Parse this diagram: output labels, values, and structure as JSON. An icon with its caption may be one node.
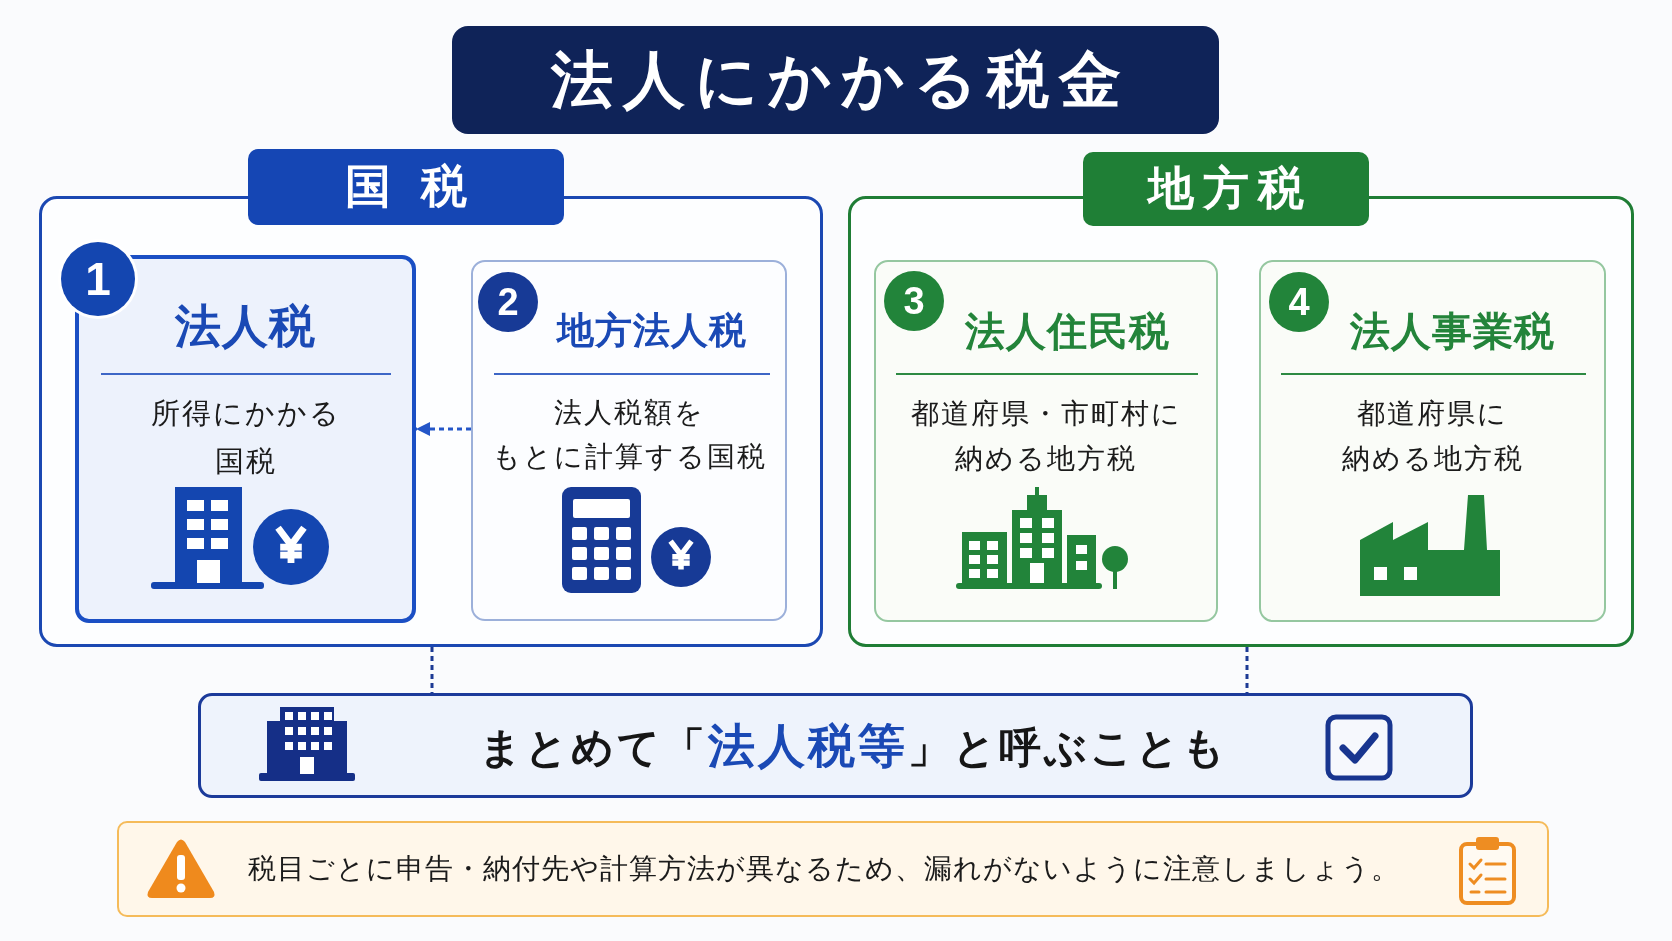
{
  "diagram": {
    "title": "法人にかかる税金",
    "nodes": [
      {
        "text": [
          "国税"
        ]
      },
      {
        "text": [
          "法人税",
          "所得にかかる国税"
        ],
        "in": 0
      },
      {
        "text": [
          "1"
        ],
        "in": 0
      },
      {
        "text": [
          "地方法人税",
          "法人税額をもとに計算する国税"
        ],
        "in": 0
      },
      {
        "text": [
          "2"
        ],
        "in": 3
      },
      {
        "text": [
          "地方税"
        ]
      },
      {
        "text": [
          "法人住民税",
          "都道府県・市町村に納める地方税"
        ],
        "in": 5
      },
      {
        "text": [
          "3"
        ],
        "in": 6
      },
      {
        "text": [
          "法人事業税",
          "都道府県に納める地方税"
        ],
        "in": 5
      },
      {
        "text": [
          "4"
        ],
        "in": 8
      },
      {
        "text": [
          "まとめて「**法人税等**」と呼ぶことも"
        ]
      },
      {
        "text": [
          "税目ごとに申告・納付先や計算方法が異なるため、漏れがないように注意しましょう。"
        ]
      }
    ],
    "edges": [
      {
        "from": 3,
        "to": 1,
        "arrow": "to",
        "style": "dashed",
        "color": "#2456c8"
      },
      {
        "from": 0,
        "to": 10,
        "arrow": "none",
        "style": "dashed"
      },
      {
        "from": 5,
        "to": 10,
        "arrow": "none",
        "style": "dashed"
      }
    ]
  }
}
